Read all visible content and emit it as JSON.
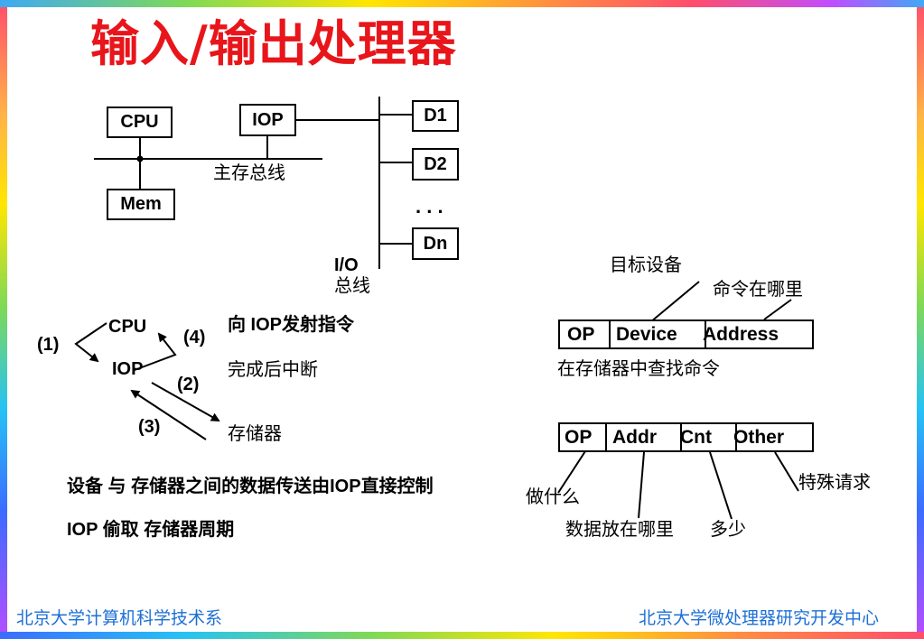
{
  "title": "输入/输出处理器",
  "bus_diagram": {
    "cpu": "CPU",
    "iop": "IOP",
    "mem": "Mem",
    "main_bus": "主存总线",
    "devices": [
      "D1",
      "D2",
      "Dn"
    ],
    "ellipsis": ". . .",
    "io_bus_line1": "I/O",
    "io_bus_line2": "总线"
  },
  "flow": {
    "cpu": "CPU",
    "iop": "IOP",
    "step1": "(1)",
    "step2": "(2)",
    "step3": "(3)",
    "step4": "(4)",
    "issue_cmd": "向 IOP发射指令",
    "done_interrupt": "完成后中断",
    "memory": "存储器"
  },
  "notes": {
    "line1": "设备 与 存储器之间的数据传送由IOP直接控制",
    "line2": "IOP 偷取 存储器周期"
  },
  "instruction_format": {
    "fields": [
      "OP",
      "Device",
      "Address"
    ],
    "label_target_device": "目标设备",
    "label_cmd_where": "命令在哪里",
    "caption": "在存储器中查找命令"
  },
  "command_format": {
    "fields": [
      "OP",
      "Addr",
      "Cnt",
      "Other"
    ],
    "label_what": "做什么",
    "label_data_where": "数据放在哪里",
    "label_how_many": "多少",
    "label_special": "特殊请求"
  },
  "footer": {
    "left": "北京大学计算机科学技术系",
    "right": "北京大学微处理器研究开发中心"
  },
  "colors": {
    "title": "#e8151b",
    "footer": "#1c6fd6"
  }
}
